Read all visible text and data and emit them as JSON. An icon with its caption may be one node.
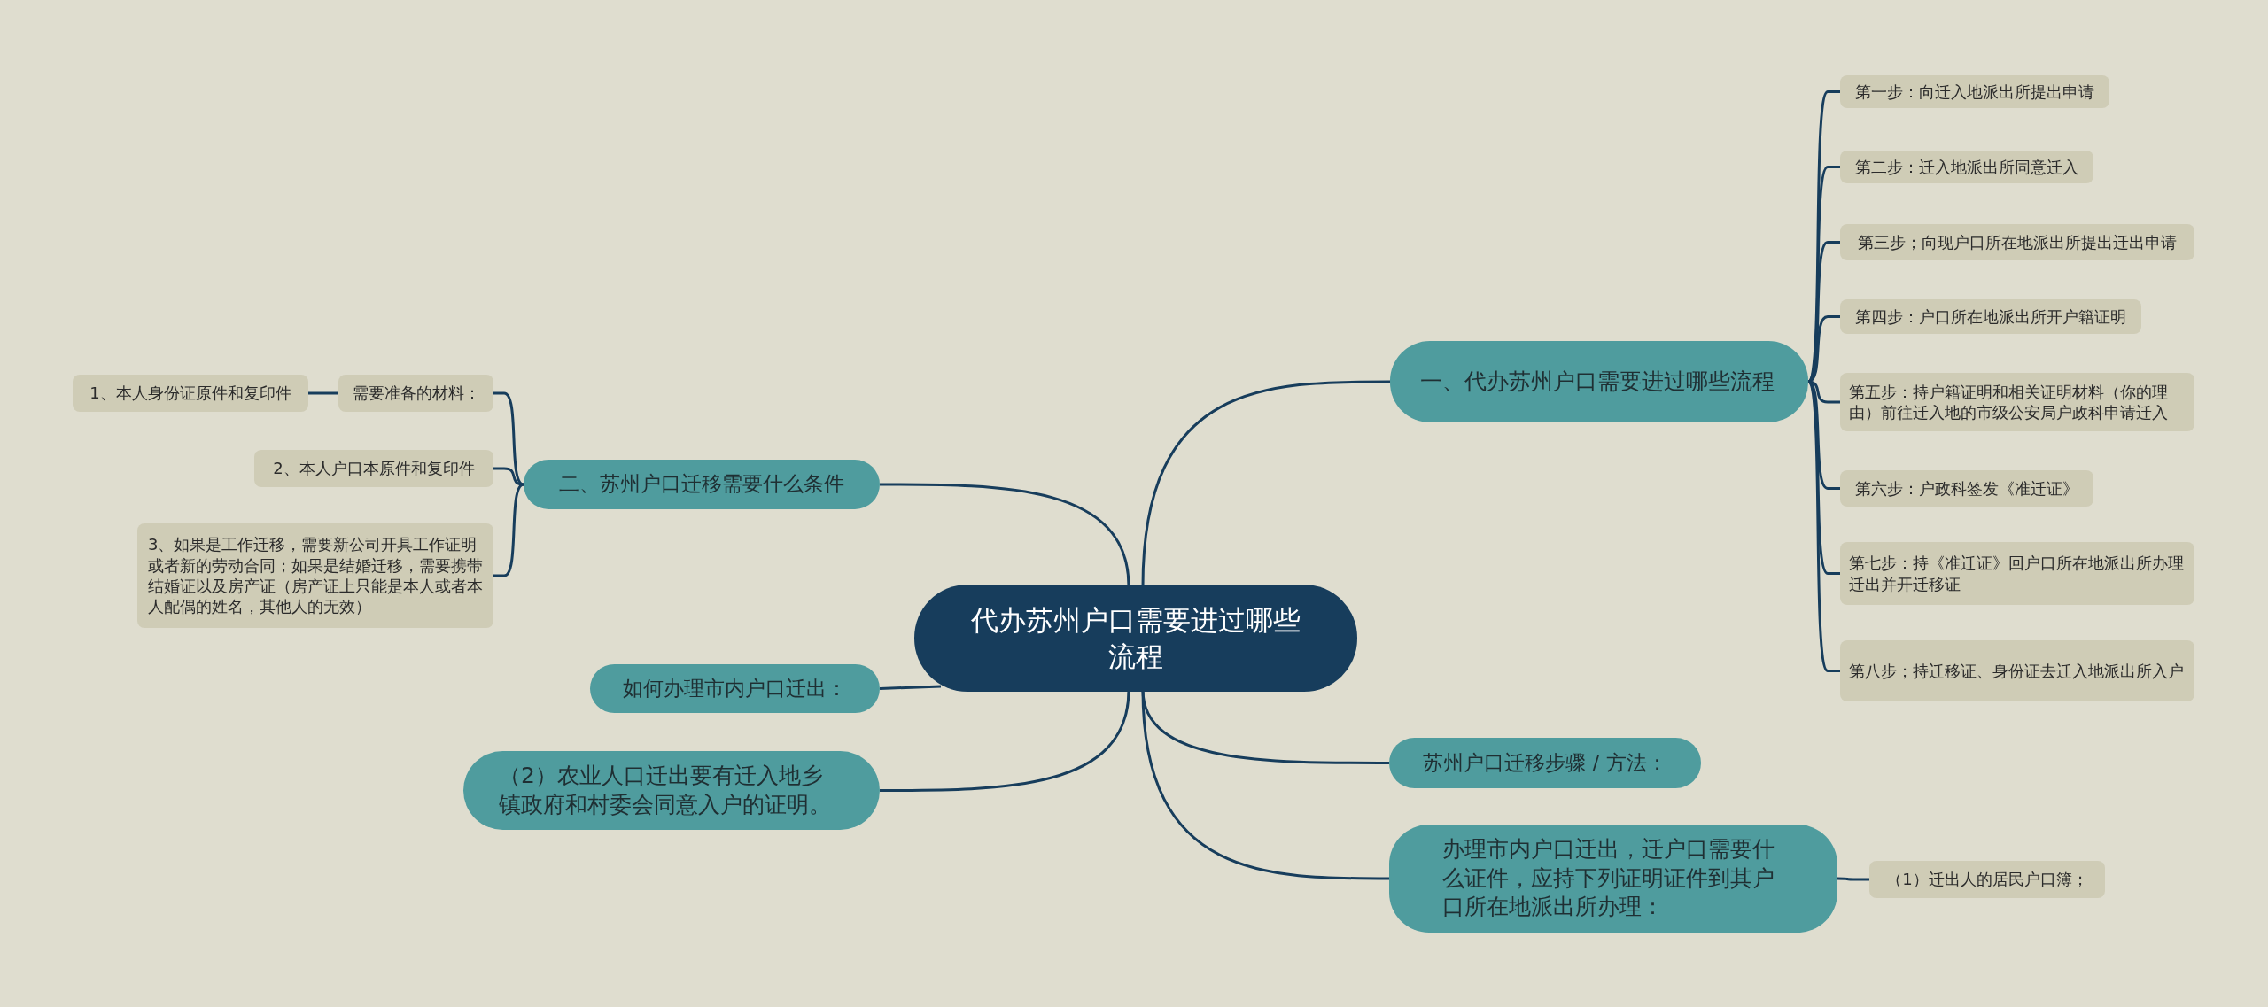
{
  "diagram": {
    "nodes": [
      {
        "text": [
          "代办苏州户口需要进过哪些流程"
        ]
      },
      {
        "text": [
          "一、代办苏州户口需要进过哪些流程"
        ]
      },
      {
        "text": [
          "第一步：向迁入地派出所提出申请"
        ]
      },
      {
        "text": [
          "第二步：迁入地派出所同意迁入"
        ]
      },
      {
        "text": [
          "第三步；向现户口所在地派出所提出迁出申请"
        ]
      },
      {
        "text": [
          "第四步：户口所在地派出所开户籍证明"
        ]
      },
      {
        "text": [
          "第五步：持户籍证明和相关证明材料（你的理由）前往迁入地的市级公安局户政科申请迁入"
        ]
      },
      {
        "text": [
          "第六步：户政科签发《准迁证》"
        ]
      },
      {
        "text": [
          "第七步：持《准迁证》回户口所在地派出所办理迁出并开迁移证"
        ]
      },
      {
        "text": [
          "第八步；持迁移证、身份证去迁入地派出所入户"
        ]
      },
      {
        "text": [
          "苏州户口迁移步骤 / 方法："
        ]
      },
      {
        "text": [
          "办理市内户口迁出，迁户口需要什么证件，应持下列证明证件到其户口所在地派出所办理："
        ]
      },
      {
        "text": [
          "（1）迁出人的居民户口簿；"
        ]
      },
      {
        "text": [
          "二、苏州户口迁移需要什么条件"
        ]
      },
      {
        "text": [
          "需要准备的材料："
        ]
      },
      {
        "text": [
          "1、本人身份证原件和复印件"
        ]
      },
      {
        "text": [
          "2、本人户口本原件和复印件"
        ]
      },
      {
        "text": [
          "3、如果是工作迁移，需要新公司开具工作证明或者新的劳动合同；如果是结婚迁移，需要携带结婚证以及房产证（房产证上只能是本人或者本人配偶的姓名，其他人的无效）"
        ]
      },
      {
        "text": [
          "如何办理市内户口迁出："
        ]
      },
      {
        "text": [
          "（2）农业人口迁出要有迁入地乡镇政府和村委会同意入户的证明。"
        ]
      }
    ],
    "edges": [
      {
        "from": 0,
        "to": 1,
        "arrow": "none"
      },
      {
        "from": 1,
        "to": 2,
        "arrow": "none"
      },
      {
        "from": 1,
        "to": 3,
        "arrow": "none"
      },
      {
        "from": 1,
        "to": 4,
        "arrow": "none"
      },
      {
        "from": 1,
        "to": 5,
        "arrow": "none"
      },
      {
        "from": 1,
        "to": 6,
        "arrow": "none"
      },
      {
        "from": 1,
        "to": 7,
        "arrow": "none"
      },
      {
        "from": 1,
        "to": 8,
        "arrow": "none"
      },
      {
        "from": 1,
        "to": 9,
        "arrow": "none"
      },
      {
        "from": 0,
        "to": 10,
        "arrow": "none"
      },
      {
        "from": 0,
        "to": 11,
        "arrow": "none"
      },
      {
        "from": 11,
        "to": 12,
        "arrow": "none"
      },
      {
        "from": 0,
        "to": 13,
        "arrow": "none"
      },
      {
        "from": 13,
        "to": 14,
        "arrow": "none"
      },
      {
        "from": 14,
        "to": 15,
        "arrow": "none"
      },
      {
        "from": 13,
        "to": 16,
        "arrow": "none"
      },
      {
        "from": 13,
        "to": 17,
        "arrow": "none"
      },
      {
        "from": 0,
        "to": 18,
        "arrow": "none"
      },
      {
        "from": 0,
        "to": 19,
        "arrow": "none"
      }
    ]
  }
}
